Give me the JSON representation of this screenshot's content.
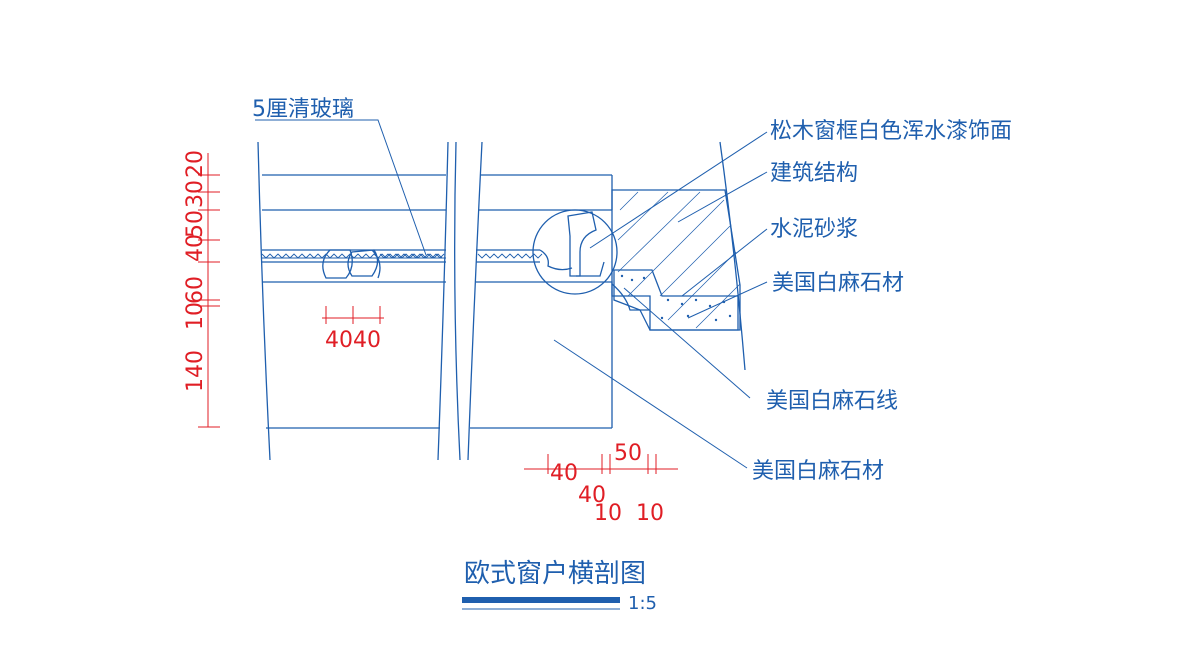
{
  "labels": {
    "glass": "5厘清玻璃",
    "frame": "松木窗框白色浑水漆饰面",
    "structure": "建筑结构",
    "mortar": "水泥砂浆",
    "stone_top": "美国白麻石材",
    "stone_line": "美国白麻石线",
    "stone_bottom": "美国白麻石材"
  },
  "dimensions": {
    "vertical": [
      "20",
      "30",
      "50",
      "40",
      "60",
      "10",
      "140"
    ],
    "mid_pair": [
      "40",
      "40"
    ],
    "bottom_row1": [
      "40",
      "50"
    ],
    "bottom_row2": [
      "40",
      "10",
      "10"
    ]
  },
  "title": {
    "text": "欧式窗户横剖图",
    "scale": "1:5"
  },
  "colors": {
    "linework": "#1f5fae",
    "dimensions": "#e01e25",
    "title_bar": "#1f5fae"
  }
}
